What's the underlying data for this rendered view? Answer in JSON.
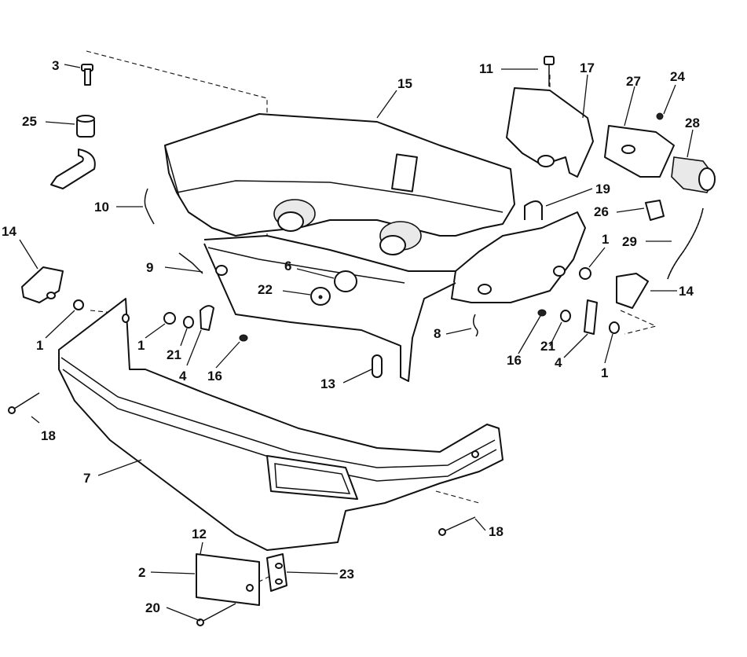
{
  "diagram": {
    "callouts": {
      "c3": "3",
      "c25": "25",
      "c10": "10",
      "c14a": "14",
      "c9": "9",
      "c1a": "1",
      "c1b": "1",
      "c21a": "21",
      "c4a": "4",
      "c16a": "16",
      "c18a": "18",
      "c7": "7",
      "c15": "15",
      "c6": "6",
      "c22": "22",
      "c13": "13",
      "c8": "8",
      "c11": "11",
      "c17": "17",
      "c27": "27",
      "c24": "24",
      "c28": "28",
      "c19": "19",
      "c26": "26",
      "c29": "29",
      "c1c": "1",
      "c14b": "14",
      "c16b": "16",
      "c21b": "21",
      "c4b": "4",
      "c1d": "1",
      "c18b": "18",
      "c12": "12",
      "c2": "2",
      "c23": "23",
      "c20": "20"
    }
  }
}
